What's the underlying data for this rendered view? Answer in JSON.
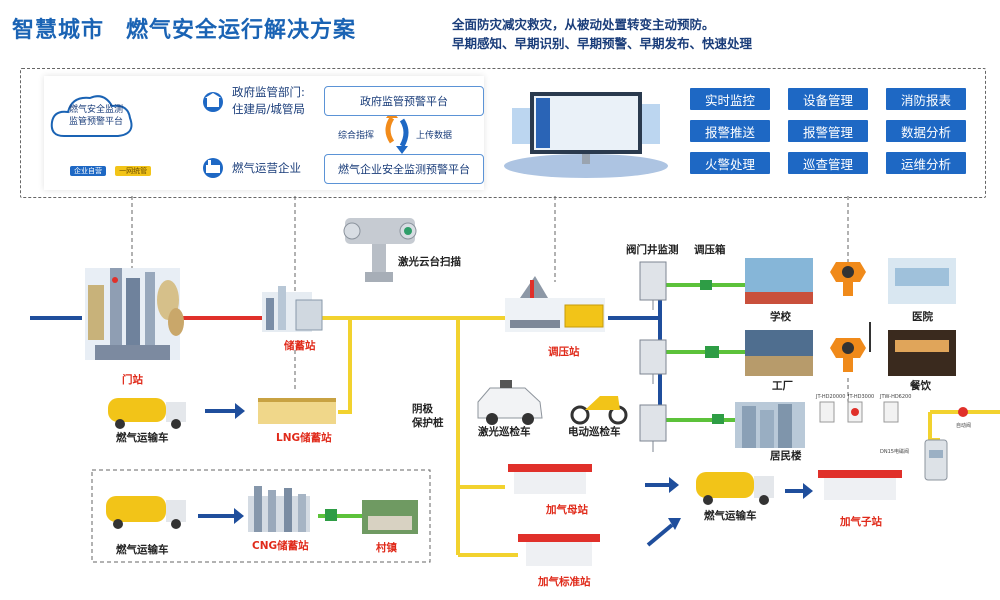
{
  "header": {
    "title_left": "智慧城市",
    "title_right": "燃气安全运行解决方案",
    "subtitle_line1": "全面防灾减灾救灾，从被动处置转变主动预防。",
    "subtitle_line2": "早期感知、早期识别、早期预警、早期发布、快速处理"
  },
  "platform": {
    "cloud_line1": "燃气安全监测",
    "cloud_line2": "监管预警平台",
    "badge_self": "企业自营",
    "badge_unified": "一网统管",
    "gov_line1": "政府监管部门:",
    "gov_line2": "住建局/城管局",
    "gov_platform": "政府监管预警平台",
    "command": "综合指挥",
    "upload": "上传数据",
    "enterprise": "燃气运营企业",
    "ent_platform": "燃气企业安全监测预警平台"
  },
  "features": [
    "实时监控",
    "设备管理",
    "消防报表",
    "报警推送",
    "报警管理",
    "数据分析",
    "火警处理",
    "巡查管理",
    "运维分析"
  ],
  "nodes": {
    "gate_station": "门站",
    "storage_station": "储蓄站",
    "laser_ptz": "激光云台扫描",
    "pressure_station": "调压站",
    "valve_well": "阀门井监测",
    "pressure_box": "调压箱",
    "gas_truck1": "燃气运输车",
    "lng_station": "LNG储蓄站",
    "cathodic_line1": "阴极",
    "cathodic_line2": "保护桩",
    "laser_patrol": "激光巡检车",
    "electric_patrol": "电动巡检车",
    "school": "学校",
    "hospital": "医院",
    "factory": "工厂",
    "dining": "餐饮",
    "residential": "居民楼",
    "gas_truck2": "燃气运输车",
    "cng_station": "CNG储蓄站",
    "village": "村镇",
    "mother_station": "加气母站",
    "standard_station": "加气标准站",
    "gas_truck3": "燃气运输车",
    "sub_station": "加气子站",
    "dev1": "JT-HD20000",
    "dev2": "JT-HD3000",
    "dev3": "JTW-HD6200",
    "dev_valve": "自动阀",
    "dev_meter": "DN15电磁阀"
  },
  "colors": {
    "brand": "#1a63b4",
    "pipe_red": "#e0302a",
    "pipe_yellow": "#f2d22e",
    "pipe_blue": "#1f4e9c",
    "pipe_green": "#5cc23a",
    "label_red": "#e02a1a"
  }
}
